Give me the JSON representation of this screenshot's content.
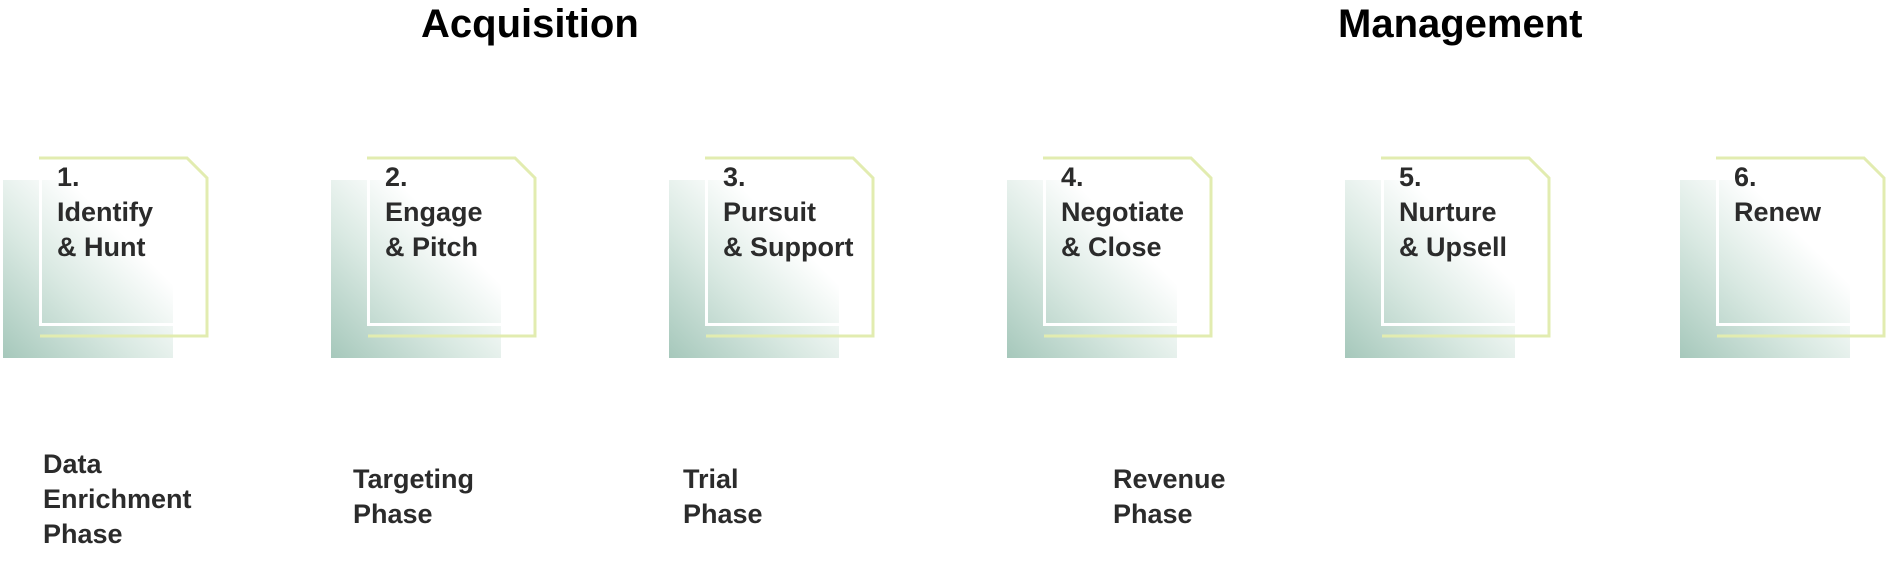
{
  "groups": [
    {
      "title": "Acquisition"
    },
    {
      "title": "Management"
    }
  ],
  "steps": [
    {
      "number": "1.",
      "line1": "Identify",
      "line2": "& Hunt"
    },
    {
      "number": "2.",
      "line1": "Engage",
      "line2": "& Pitch"
    },
    {
      "number": "3.",
      "line1": "Pursuit",
      "line2": "& Support"
    },
    {
      "number": "4.",
      "line1": "Negotiate",
      "line2": "& Close"
    },
    {
      "number": "5.",
      "line1": "Nurture",
      "line2": "& Upsell"
    },
    {
      "number": "6.",
      "line1": "Renew",
      "line2": ""
    }
  ],
  "phases": [
    {
      "lines": [
        "Data",
        "Enrichment",
        "Phase"
      ]
    },
    {
      "lines": [
        "Targeting",
        "Phase"
      ]
    },
    {
      "lines": [
        "Trial",
        "Phase"
      ]
    },
    {
      "lines": [
        "Revenue",
        "Phase"
      ]
    }
  ],
  "colors": {
    "outline": "#e2ecb0",
    "shade": "#aacdbe",
    "text": "#2b2b2b",
    "heading": "#000000"
  }
}
